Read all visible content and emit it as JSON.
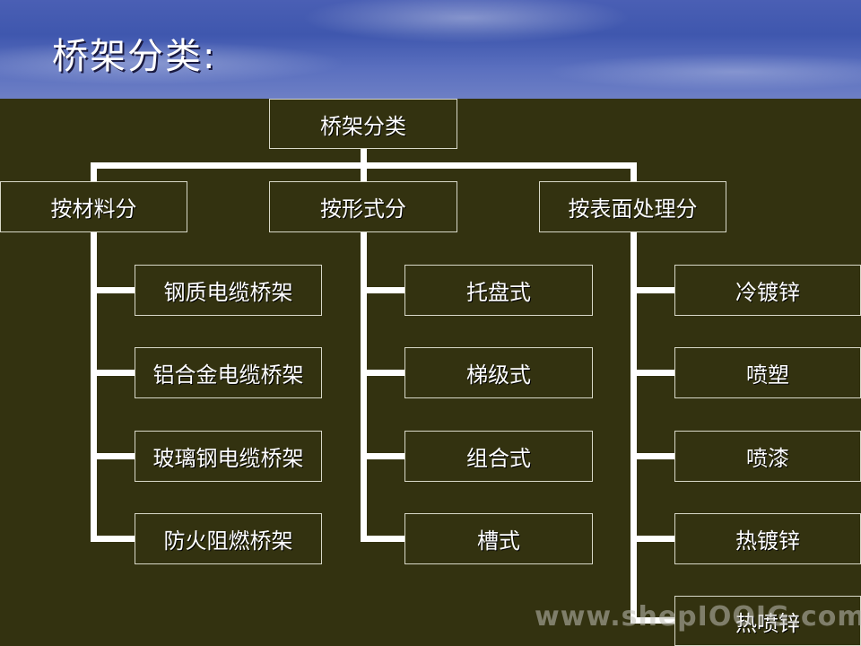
{
  "slide": {
    "title": "桥架分类:"
  },
  "diagram": {
    "root": "桥架分类",
    "categories": [
      {
        "label": "按材料分",
        "items": [
          "钢质电缆桥架",
          "铝合金电缆桥架",
          "玻璃钢电缆桥架",
          "防火阻燃桥架"
        ]
      },
      {
        "label": "按形式分",
        "items": [
          "托盘式",
          "梯级式",
          "组合式",
          "槽式"
        ]
      },
      {
        "label": "按表面处理分",
        "items": [
          "冷镀锌",
          "喷塑",
          "喷漆",
          "热镀锌",
          "热喷锌"
        ]
      }
    ]
  },
  "watermark": "www.shepIOOIG.com",
  "colors": {
    "background": "#333210",
    "sky": "#4a5fb4",
    "lines": "#ffffff",
    "box_border": "#d8d8c8"
  }
}
